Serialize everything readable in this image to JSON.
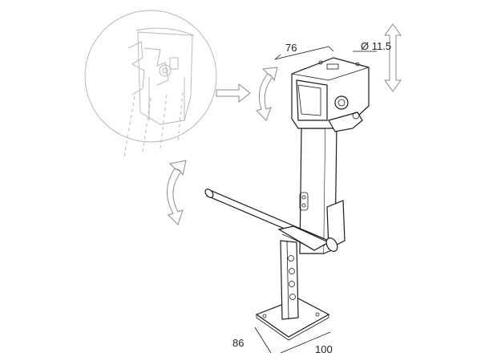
{
  "dimensions": {
    "top_width": "76",
    "bolt_diameter": "Ø 11.5",
    "base_depth": "86",
    "base_width": "100"
  },
  "colors": {
    "ink": "#1a1a1a",
    "ghost": "#b8b8b8",
    "arrow_outline": "#8a8a8a",
    "background": "#ffffff"
  },
  "icons": [
    "rotate-arrow-icon",
    "vertical-double-arrow-icon",
    "right-arrow-icon"
  ]
}
